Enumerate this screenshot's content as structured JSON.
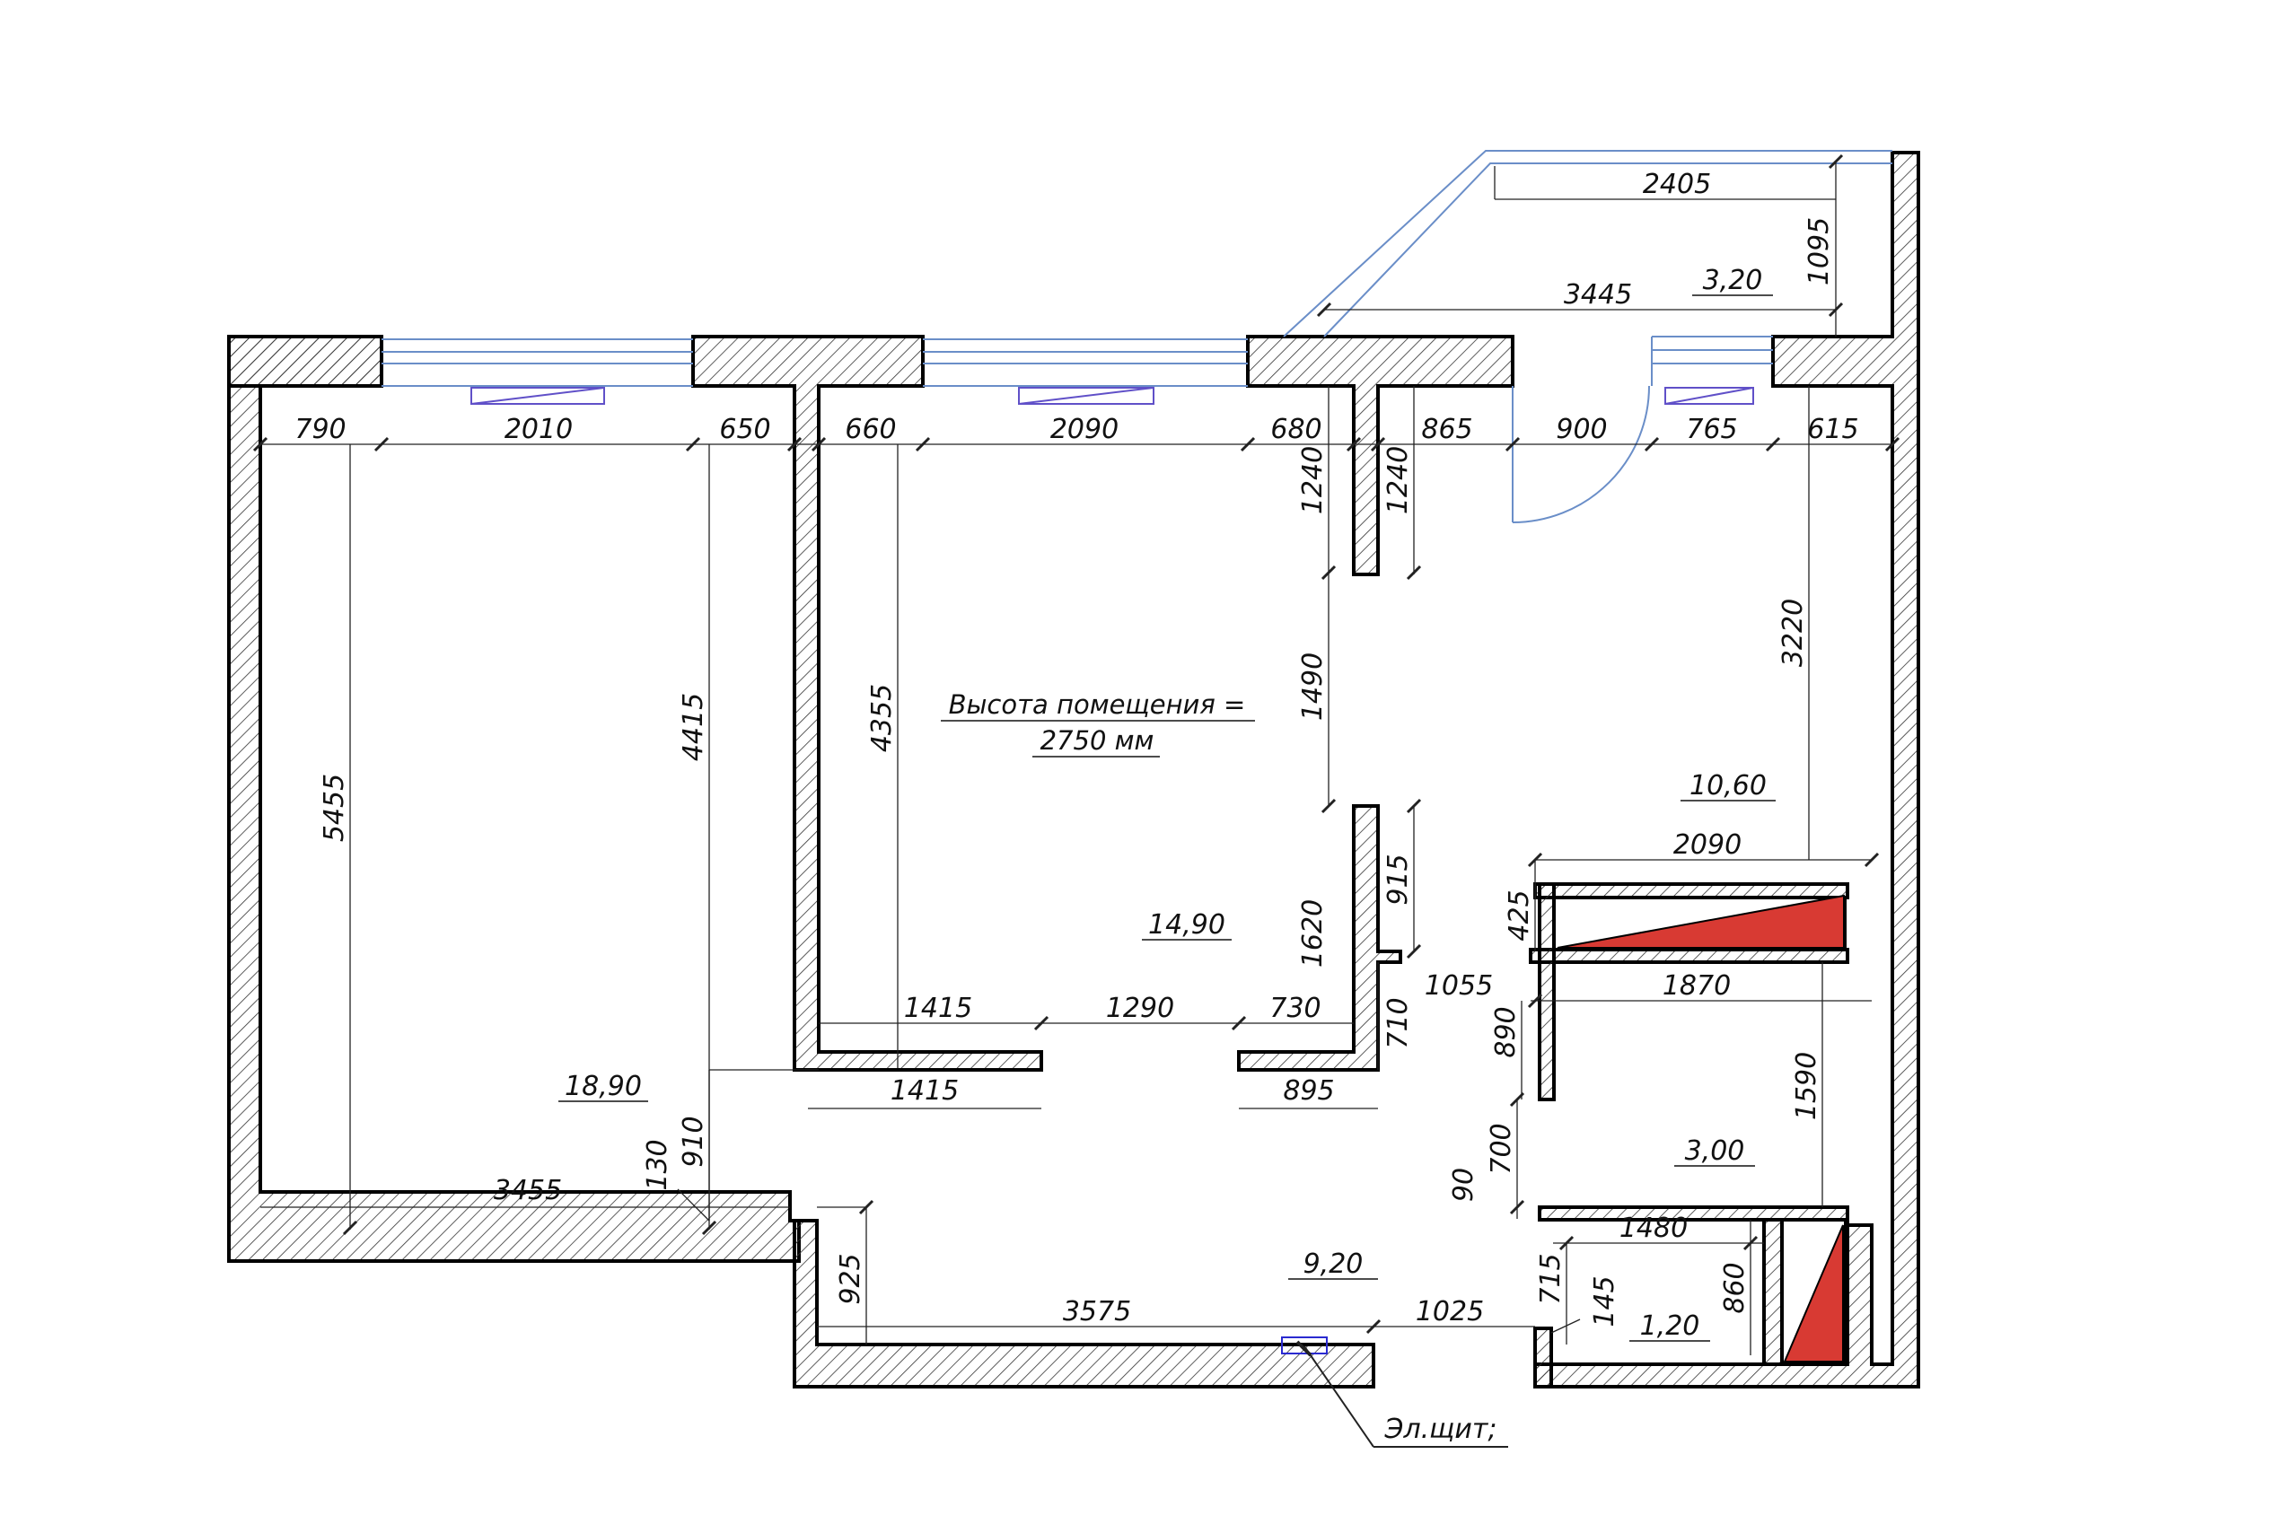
{
  "colors": {
    "wall_stroke": "#000000",
    "hatch": "#333333",
    "window_line": "#6a8ec8",
    "window_sash": "#6050c8",
    "red_fill": "#d83a33",
    "dim_line": "#222222",
    "elec_panel": "#2a2ad0"
  },
  "room_note": {
    "line1": "Высота помещения =",
    "line2": "2750 мм"
  },
  "room_areas": {
    "room_left": "18,90",
    "room_middle": "14,90",
    "kitchen": "10,60",
    "balcony": "3,20",
    "hall": "9,20",
    "bath": "3,00",
    "wc": "1,20"
  },
  "electrical_panel_label": "Эл.щит;",
  "dims": {
    "top_790": "790",
    "top_2010": "2010",
    "top_650": "650",
    "top_660": "660",
    "top_2090": "2090",
    "top_680": "680",
    "top_865": "865",
    "top_900": "900",
    "top_765": "765",
    "top_615": "615",
    "balcony_2405": "2405",
    "balcony_3445": "3445",
    "balcony_1095": "1095",
    "left_5455": "5455",
    "left_4415": "4415",
    "mid_4355": "4355",
    "mid_1240_a": "1240",
    "mid_1240_b": "1240",
    "mid_1490": "1490",
    "mid_1620": "1620",
    "mid_915": "915",
    "mid_710": "710",
    "right_3220": "3220",
    "bot_1415_a": "1415",
    "bot_1290": "1290",
    "bot_730": "730",
    "bot_1415_b": "1415",
    "bot_895": "895",
    "left_3455": "3455",
    "left_130": "130",
    "left_910": "910",
    "hall_925": "925",
    "hall_3575": "3575",
    "hall_1025": "1025",
    "k_2090": "2090",
    "k_425": "425",
    "b_1055": "1055",
    "b_1870": "1870",
    "b_890": "890",
    "b_1590": "1590",
    "b_700": "700",
    "b_90": "90",
    "w_1480": "1480",
    "w_715": "715",
    "w_145": "145",
    "w_860": "860"
  }
}
